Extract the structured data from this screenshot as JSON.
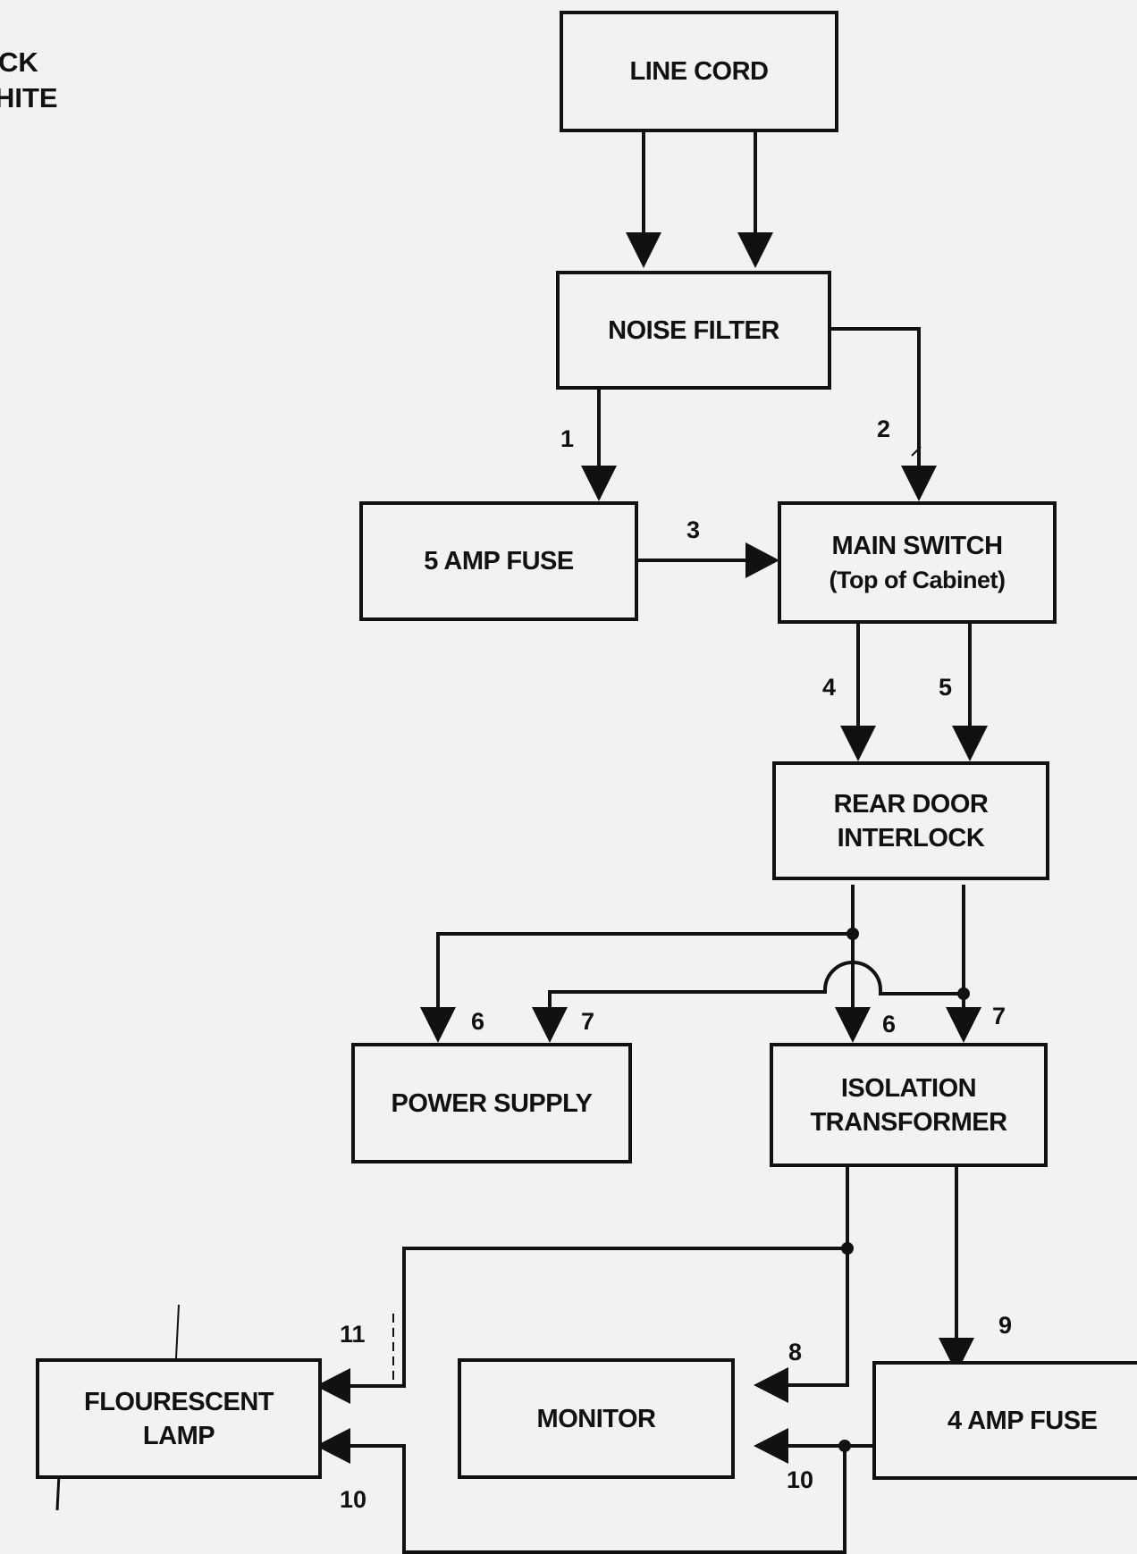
{
  "legend": {
    "line1": "CK",
    "line2": "HITE"
  },
  "blocks": {
    "line_cord": "LINE CORD",
    "noise_filter": "NOISE FILTER",
    "fuse_5amp": "5 AMP FUSE",
    "main_switch": {
      "line1": "MAIN SWITCH",
      "line2": "(Top of Cabinet)"
    },
    "rear_door": {
      "line1": "REAR DOOR",
      "line2": "INTERLOCK"
    },
    "power_supply": "POWER SUPPLY",
    "isolation": {
      "line1": "ISOLATION",
      "line2": "TRANSFORMER"
    },
    "lamp": {
      "line1": "FLOURESCENT",
      "line2": "LAMP"
    },
    "monitor": "MONITOR",
    "fuse_4amp": "4 AMP FUSE"
  },
  "wire_labels": {
    "w1": "1",
    "w2": "2",
    "w3": "3",
    "w4": "4",
    "w5": "5",
    "w6_ps": "6",
    "w7_ps": "7",
    "w6_iso": "6",
    "w7_iso": "7",
    "w8": "8",
    "w9": "9",
    "w10_mon": "10",
    "w10_lamp": "10",
    "w11": "11"
  },
  "colors": {
    "ink": "#111111",
    "paper": "#f2f2f0"
  }
}
